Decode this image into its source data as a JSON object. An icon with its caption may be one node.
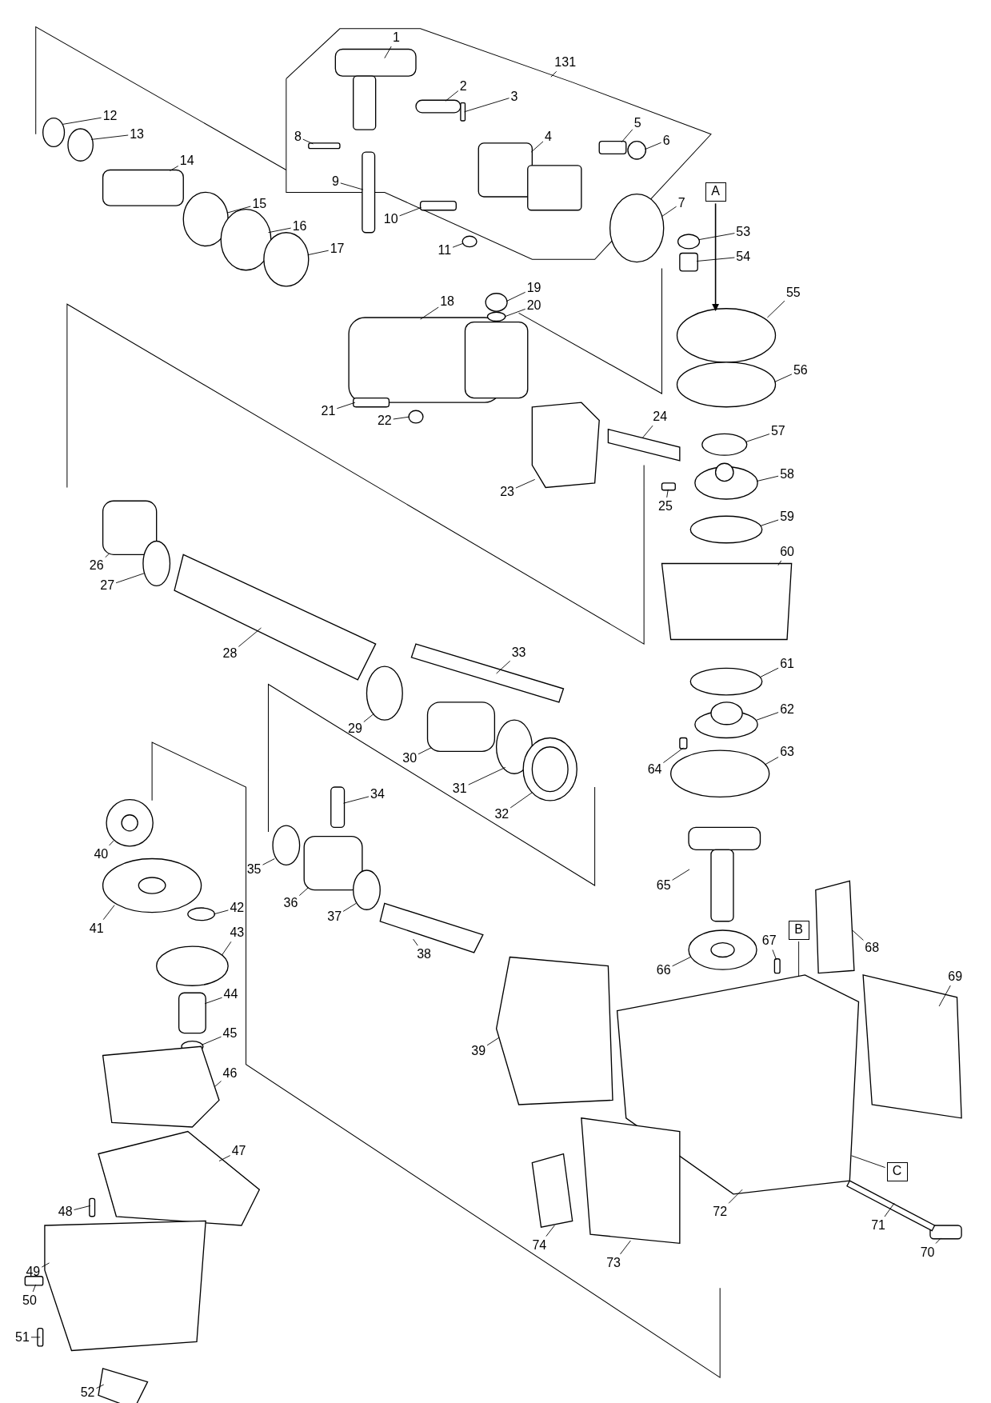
{
  "diagram": {
    "nodes": [
      {
        "text": [
          "1"
        ]
      },
      {
        "text": [
          "2"
        ]
      },
      {
        "text": [
          "3"
        ]
      },
      {
        "text": [
          "4"
        ]
      },
      {
        "text": [
          "5"
        ]
      },
      {
        "text": [
          "6"
        ]
      },
      {
        "text": [
          "7"
        ]
      },
      {
        "text": [
          "8"
        ]
      },
      {
        "text": [
          "9"
        ]
      },
      {
        "text": [
          "10"
        ]
      },
      {
        "text": [
          "11"
        ]
      },
      {
        "text": [
          "12"
        ]
      },
      {
        "text": [
          "13"
        ]
      },
      {
        "text": [
          "14"
        ]
      },
      {
        "text": [
          "15"
        ]
      },
      {
        "text": [
          "16"
        ]
      },
      {
        "text": [
          "17"
        ]
      },
      {
        "text": [
          "18"
        ]
      },
      {
        "text": [
          "19"
        ]
      },
      {
        "text": [
          "20"
        ]
      },
      {
        "text": [
          "21"
        ]
      },
      {
        "text": [
          "22"
        ]
      },
      {
        "text": [
          "23"
        ]
      },
      {
        "text": [
          "24"
        ]
      },
      {
        "text": [
          "25"
        ]
      },
      {
        "text": [
          "26"
        ]
      },
      {
        "text": [
          "27"
        ]
      },
      {
        "text": [
          "28"
        ]
      },
      {
        "text": [
          "29"
        ]
      },
      {
        "text": [
          "30"
        ]
      },
      {
        "text": [
          "31"
        ]
      },
      {
        "text": [
          "32"
        ]
      },
      {
        "text": [
          "33"
        ]
      },
      {
        "text": [
          "34"
        ]
      },
      {
        "text": [
          "35"
        ]
      },
      {
        "text": [
          "36"
        ]
      },
      {
        "text": [
          "37"
        ]
      },
      {
        "text": [
          "38"
        ]
      },
      {
        "text": [
          "39"
        ]
      },
      {
        "text": [
          "40"
        ]
      },
      {
        "text": [
          "41"
        ]
      },
      {
        "text": [
          "42"
        ]
      },
      {
        "text": [
          "43"
        ]
      },
      {
        "text": [
          "44"
        ]
      },
      {
        "text": [
          "45"
        ]
      },
      {
        "text": [
          "46"
        ]
      },
      {
        "text": [
          "47"
        ]
      },
      {
        "text": [
          "48"
        ]
      },
      {
        "text": [
          "49"
        ]
      },
      {
        "text": [
          "50"
        ]
      },
      {
        "text": [
          "51"
        ]
      },
      {
        "text": [
          "52"
        ]
      },
      {
        "text": [
          "53"
        ]
      },
      {
        "text": [
          "54"
        ]
      },
      {
        "text": [
          "55"
        ]
      },
      {
        "text": [
          "56"
        ]
      },
      {
        "text": [
          "57"
        ]
      },
      {
        "text": [
          "58"
        ]
      },
      {
        "text": [
          "59"
        ]
      },
      {
        "text": [
          "60"
        ]
      },
      {
        "text": [
          "61"
        ]
      },
      {
        "text": [
          "62"
        ]
      },
      {
        "text": [
          "63"
        ]
      },
      {
        "text": [
          "64"
        ]
      },
      {
        "text": [
          "65"
        ]
      },
      {
        "text": [
          "66"
        ]
      },
      {
        "text": [
          "67"
        ]
      },
      {
        "text": [
          "68"
        ]
      },
      {
        "text": [
          "69"
        ]
      },
      {
        "text": [
          "70"
        ]
      },
      {
        "text": [
          "71"
        ]
      },
      {
        "text": [
          "72"
        ]
      },
      {
        "text": [
          "73"
        ]
      },
      {
        "text": [
          "74"
        ]
      },
      {
        "text": [
          "131"
        ]
      },
      {
        "text": [
          "A"
        ]
      },
      {
        "text": [
          "B"
        ]
      },
      {
        "text": [
          "C"
        ]
      },
      {
        "text": [],
        "shape": "box"
      },
      {
        "text": [],
        "shape": "box"
      },
      {
        "text": [],
        "shape": "box"
      },
      {
        "text": [],
        "shape": "box"
      },
      {
        "text": [],
        "shape": "box"
      },
      {
        "text": [],
        "shape": "circle"
      },
      {
        "text": [],
        "shape": "circle"
      },
      {
        "text": [],
        "shape": "box"
      },
      {
        "text": [],
        "shape": "box"
      },
      {
        "text": [],
        "shape": "box"
      },
      {
        "text": [],
        "shape": "circle"
      },
      {
        "text": [],
        "shape": "circle"
      },
      {
        "text": [],
        "shape": "circle"
      },
      {
        "text": [],
        "shape": "box"
      },
      {
        "text": [],
        "shape": "circle"
      },
      {
        "text": [],
        "shape": "circle"
      },
      {
        "text": [],
        "shape": "circle"
      },
      {
        "text": [],
        "shape": "box"
      },
      {
        "text": [],
        "shape": "circle"
      },
      {
        "text": [],
        "shape": "circle"
      },
      {
        "text": [],
        "shape": "box"
      },
      {
        "text": [],
        "shape": "circle"
      },
      {
        "text": [],
        "shape": "box"
      },
      {
        "text": [],
        "shape": "box"
      },
      {
        "text": [],
        "shape": "box"
      },
      {
        "text": [],
        "shape": "box"
      },
      {
        "text": [],
        "shape": "circle"
      },
      {
        "text": [],
        "shape": "box"
      },
      {
        "text": [],
        "shape": "circle"
      },
      {
        "text": [],
        "shape": "box"
      },
      {
        "text": [],
        "shape": "circle"
      },
      {
        "text": [],
        "shape": "circle"
      },
      {
        "text": [],
        "shape": "box"
      },
      {
        "text": [],
        "shape": "box"
      },
      {
        "text": [],
        "shape": "circle"
      },
      {
        "text": [],
        "shape": "box"
      },
      {
        "text": [],
        "shape": "circle"
      },
      {
        "text": [],
        "shape": "box"
      },
      {
        "text": [],
        "shape": "box"
      },
      {
        "text": [],
        "shape": "circle"
      },
      {
        "text": [],
        "shape": "circle"
      },
      {
        "text": [],
        "shape": "circle"
      },
      {
        "text": [],
        "shape": "circle"
      },
      {
        "text": [],
        "shape": "box"
      },
      {
        "text": [],
        "shape": "circle"
      },
      {
        "text": [],
        "shape": "box"
      },
      {
        "text": [],
        "shape": "box"
      },
      {
        "text": [],
        "shape": "box"
      },
      {
        "text": [],
        "shape": "box"
      },
      {
        "text": [],
        "shape": "box"
      },
      {
        "text": [],
        "shape": "box"
      },
      {
        "text": [],
        "shape": "box"
      },
      {
        "text": [],
        "shape": "circle"
      },
      {
        "text": [],
        "shape": "box"
      },
      {
        "text": [],
        "shape": "circle"
      },
      {
        "text": [],
        "shape": "circle"
      },
      {
        "text": [],
        "shape": "circle"
      },
      {
        "text": [],
        "shape": "circle"
      },
      {
        "text": [],
        "shape": "circle"
      },
      {
        "text": [],
        "shape": "box"
      },
      {
        "text": [],
        "shape": "circle"
      },
      {
        "text": [],
        "shape": "circle"
      },
      {
        "text": [],
        "shape": "circle"
      },
      {
        "text": [],
        "shape": "box"
      },
      {
        "text": [],
        "shape": "box"
      },
      {
        "text": [],
        "shape": "circle"
      },
      {
        "text": [],
        "shape": "box"
      },
      {
        "text": [],
        "shape": "box"
      },
      {
        "text": [],
        "shape": "box"
      },
      {
        "text": [],
        "shape": "box"
      },
      {
        "text": [],
        "shape": "box"
      },
      {
        "text": [],
        "shape": "box"
      },
      {
        "text": [],
        "shape": "box"
      },
      {
        "text": [],
        "shape": "box"
      }
    ],
    "edges": [
      {
        "from": 0,
        "to": 78,
        "arrow": "none"
      },
      {
        "from": 1,
        "to": 79,
        "arrow": "none"
      },
      {
        "from": 2,
        "to": 80,
        "arrow": "none"
      },
      {
        "from": 3,
        "to": 81,
        "arrow": "none"
      },
      {
        "from": 4,
        "to": 82,
        "arrow": "none"
      },
      {
        "from": 5,
        "to": 83,
        "arrow": "none"
      },
      {
        "from": 6,
        "to": 84,
        "arrow": "none"
      },
      {
        "from": 7,
        "to": 85,
        "arrow": "none"
      },
      {
        "from": 8,
        "to": 86,
        "arrow": "none"
      },
      {
        "from": 9,
        "to": 87,
        "arrow": "none"
      },
      {
        "from": 10,
        "to": 88,
        "arrow": "none"
      },
      {
        "from": 11,
        "to": 89,
        "arrow": "none"
      },
      {
        "from": 12,
        "to": 90,
        "arrow": "none"
      },
      {
        "from": 13,
        "to": 91,
        "arrow": "none"
      },
      {
        "from": 14,
        "to": 92,
        "arrow": "none"
      },
      {
        "from": 15,
        "to": 93,
        "arrow": "none"
      },
      {
        "from": 16,
        "to": 94,
        "arrow": "none"
      },
      {
        "from": 17,
        "to": 95,
        "arrow": "none"
      },
      {
        "from": 18,
        "to": 96,
        "arrow": "none"
      },
      {
        "from": 19,
        "to": 97,
        "arrow": "none"
      },
      {
        "from": 20,
        "to": 98,
        "arrow": "none"
      },
      {
        "from": 21,
        "to": 99,
        "arrow": "none"
      },
      {
        "from": 22,
        "to": 100,
        "arrow": "none"
      },
      {
        "from": 23,
        "to": 101,
        "arrow": "none"
      },
      {
        "from": 24,
        "to": 102,
        "arrow": "none"
      },
      {
        "from": 25,
        "to": 103,
        "arrow": "none"
      },
      {
        "from": 26,
        "to": 104,
        "arrow": "none"
      },
      {
        "from": 27,
        "to": 105,
        "arrow": "none"
      },
      {
        "from": 28,
        "to": 106,
        "arrow": "none"
      },
      {
        "from": 29,
        "to": 107,
        "arrow": "none"
      },
      {
        "from": 30,
        "to": 108,
        "arrow": "none"
      },
      {
        "from": 31,
        "to": 109,
        "arrow": "none"
      },
      {
        "from": 32,
        "to": 110,
        "arrow": "none"
      },
      {
        "from": 33,
        "to": 111,
        "arrow": "none"
      },
      {
        "from": 34,
        "to": 112,
        "arrow": "none"
      },
      {
        "from": 35,
        "to": 113,
        "arrow": "none"
      },
      {
        "from": 36,
        "to": 114,
        "arrow": "none"
      },
      {
        "from": 37,
        "to": 115,
        "arrow": "none"
      },
      {
        "from": 38,
        "to": 116,
        "arrow": "none"
      },
      {
        "from": 39,
        "to": 117,
        "arrow": "none"
      },
      {
        "from": 40,
        "to": 118,
        "arrow": "none"
      },
      {
        "from": 41,
        "to": 119,
        "arrow": "none"
      },
      {
        "from": 42,
        "to": 120,
        "arrow": "none"
      },
      {
        "from": 43,
        "to": 121,
        "arrow": "none"
      },
      {
        "from": 44,
        "to": 122,
        "arrow": "none"
      },
      {
        "from": 45,
        "to": 123,
        "arrow": "none"
      },
      {
        "from": 46,
        "to": 124,
        "arrow": "none"
      },
      {
        "from": 47,
        "to": 125,
        "arrow": "none"
      },
      {
        "from": 48,
        "to": 126,
        "arrow": "none"
      },
      {
        "from": 49,
        "to": 127,
        "arrow": "none"
      },
      {
        "from": 50,
        "to": 128,
        "arrow": "none"
      },
      {
        "from": 51,
        "to": 129,
        "arrow": "none"
      },
      {
        "from": 52,
        "to": 130,
        "arrow": "none"
      },
      {
        "from": 53,
        "to": 131,
        "arrow": "none"
      },
      {
        "from": 54,
        "to": 132,
        "arrow": "none"
      },
      {
        "from": 55,
        "to": 133,
        "arrow": "none"
      },
      {
        "from": 56,
        "to": 134,
        "arrow": "none"
      },
      {
        "from": 57,
        "to": 135,
        "arrow": "none"
      },
      {
        "from": 58,
        "to": 136,
        "arrow": "none"
      },
      {
        "from": 59,
        "to": 137,
        "arrow": "none"
      },
      {
        "from": 60,
        "to": 138,
        "arrow": "none"
      },
      {
        "from": 61,
        "to": 139,
        "arrow": "none"
      },
      {
        "from": 62,
        "to": 140,
        "arrow": "none"
      },
      {
        "from": 63,
        "to": 141,
        "arrow": "none"
      },
      {
        "from": 64,
        "to": 142,
        "arrow": "none"
      },
      {
        "from": 65,
        "to": 143,
        "arrow": "none"
      },
      {
        "from": 66,
        "to": 144,
        "arrow": "none"
      },
      {
        "from": 67,
        "to": 145,
        "arrow": "none"
      },
      {
        "from": 68,
        "to": 146,
        "arrow": "none"
      },
      {
        "from": 69,
        "to": 147,
        "arrow": "none"
      },
      {
        "from": 70,
        "to": 148,
        "arrow": "none"
      },
      {
        "from": 71,
        "to": 149,
        "arrow": "none"
      },
      {
        "from": 72,
        "to": 150,
        "arrow": "none"
      },
      {
        "from": 73,
        "to": 151,
        "arrow": "none"
      },
      {
        "from": 74,
        "to": null,
        "arrow": "none"
      },
      {
        "from": 75,
        "to": 132,
        "arrow": "to"
      },
      {
        "from": 76,
        "to": 149,
        "arrow": "none"
      },
      {
        "from": 77,
        "to": 149,
        "arrow": "none"
      }
    ]
  }
}
